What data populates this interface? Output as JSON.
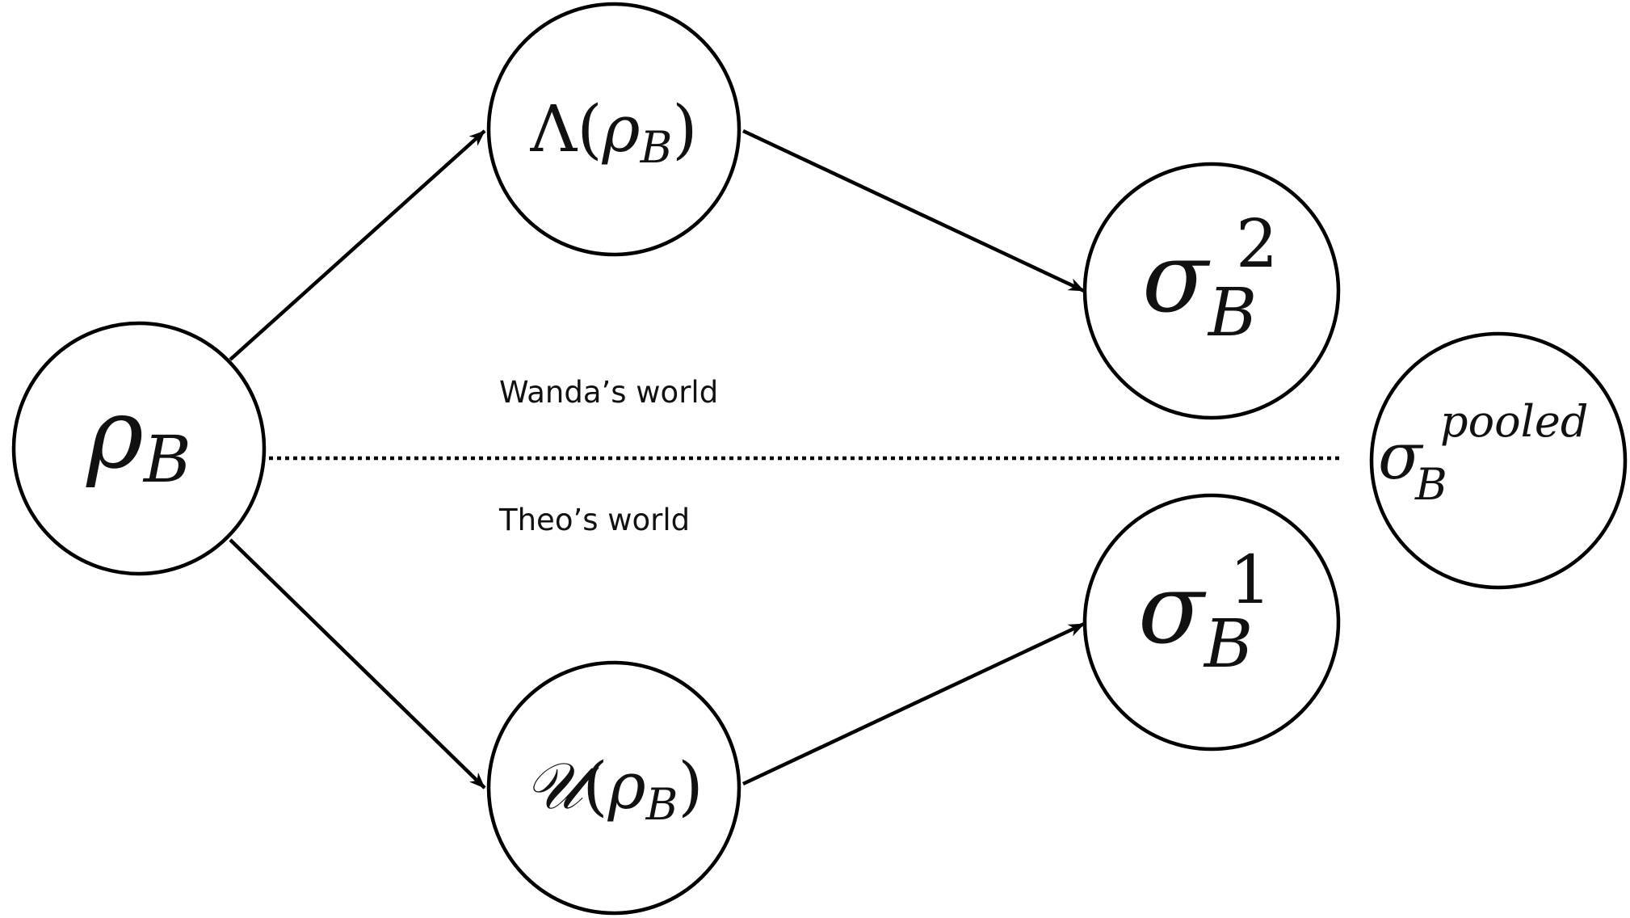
{
  "nodes": {
    "rho": {
      "base": "ρ",
      "sub": "B"
    },
    "lambda": {
      "op": "Λ",
      "open": "(",
      "base": "ρ",
      "sub": "B",
      "close": ")"
    },
    "unitary": {
      "op": "𝒰",
      "open": "(",
      "base": "ρ",
      "sub": "B",
      "close": ")"
    },
    "sigma2": {
      "base": "σ",
      "sub": "B",
      "sup": "2"
    },
    "sigma1": {
      "base": "σ",
      "sub": "B",
      "sup": "1"
    },
    "pooled": {
      "base": "σ",
      "sub": "B",
      "sup": "pooled"
    }
  },
  "labels": {
    "upper_world": "Wanda’s world",
    "lower_world": "Theo’s world"
  },
  "colors": {
    "stroke": "#000000",
    "text": "#111111",
    "background": "#ffffff"
  }
}
